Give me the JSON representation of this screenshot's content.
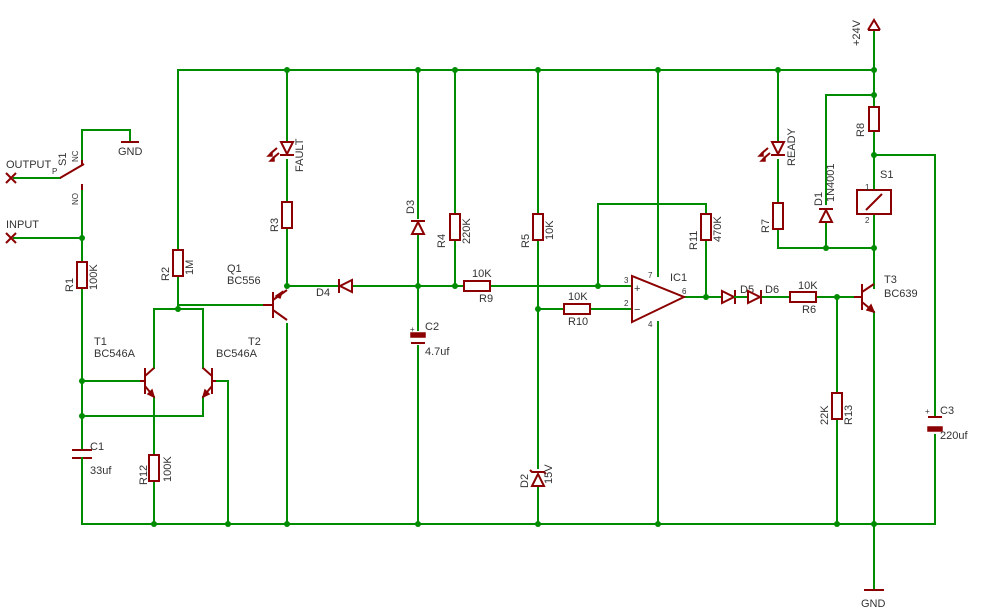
{
  "power": {
    "supply": "+24V",
    "ground": "GND",
    "s1_ground": "GND"
  },
  "io": {
    "output": "OUTPUT",
    "input": "INPUT"
  },
  "switch_s1": {
    "name": "S1",
    "nc": "NC",
    "no": "NO",
    "p": "P"
  },
  "relay": {
    "name": "S1",
    "pin1": "1",
    "pin2": "2"
  },
  "resistors": [
    {
      "name": "R1",
      "value": "100K"
    },
    {
      "name": "R2",
      "value": "1M"
    },
    {
      "name": "R3",
      "value": ""
    },
    {
      "name": "R4",
      "value": "220K"
    },
    {
      "name": "R5",
      "value": "10K"
    },
    {
      "name": "R6",
      "value": "10K"
    },
    {
      "name": "R7",
      "value": ""
    },
    {
      "name": "R8",
      "value": ""
    },
    {
      "name": "R9",
      "value": "10K"
    },
    {
      "name": "R10",
      "value": "10K"
    },
    {
      "name": "R11",
      "value": "470K"
    },
    {
      "name": "R12",
      "value": "100K"
    },
    {
      "name": "R13",
      "value": "22K"
    }
  ],
  "capacitors": [
    {
      "name": "C1",
      "value": "33uf"
    },
    {
      "name": "C2",
      "value": "4.7uf"
    },
    {
      "name": "C3",
      "value": "220uf"
    }
  ],
  "transistors": [
    {
      "name": "T1",
      "value": "BC546A"
    },
    {
      "name": "T2",
      "value": "BC546A"
    },
    {
      "name": "Q1",
      "value": "BC556"
    },
    {
      "name": "T3",
      "value": "BC639"
    }
  ],
  "diodes": [
    {
      "name": "D1",
      "value": "1N4001"
    },
    {
      "name": "D2",
      "value": "15V"
    },
    {
      "name": "D3",
      "value": ""
    },
    {
      "name": "D4",
      "value": ""
    },
    {
      "name": "D5",
      "value": ""
    },
    {
      "name": "D6",
      "value": ""
    }
  ],
  "leds": [
    {
      "name": "FAULT"
    },
    {
      "name": "READY"
    }
  ],
  "opamp": {
    "name": "IC1",
    "pin_plus": "3",
    "pin_minus": "2",
    "pin_out": "6",
    "pin_vcc": "7",
    "pin_vee": "4",
    "plus": "+",
    "minus": "−"
  },
  "colors": {
    "wire": "#008c00",
    "component": "#8b0000",
    "text": "#333333"
  }
}
